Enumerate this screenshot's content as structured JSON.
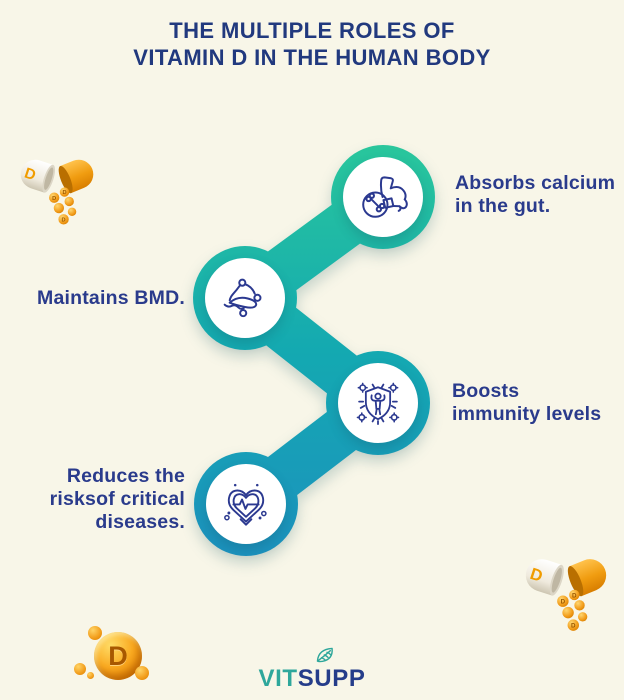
{
  "title": {
    "line1": "THE MULTIPLE ROLES OF",
    "line2": "VITAMIN D IN THE HUMAN BODY"
  },
  "nodes": [
    {
      "name": "absorbs-calcium",
      "icon": "bicep-bone-magnifier-icon",
      "lines": [
        "Absorbs calcium",
        "in the gut."
      ]
    },
    {
      "name": "maintains-bmd",
      "icon": "stomach-icon",
      "lines": [
        "Maintains BMD."
      ]
    },
    {
      "name": "boosts-immunity",
      "icon": "shield-person-germs-icon",
      "lines": [
        "Boosts",
        "immunity levels"
      ]
    },
    {
      "name": "reduces-risks",
      "icon": "heart-ecg-icon",
      "lines": [
        "Reduces the",
        "risksof critical",
        "diseases."
      ]
    }
  ],
  "logo": {
    "vit": "VIT",
    "supp": "SUPP",
    "icon": "leaf-icon"
  },
  "decor": {
    "capsule_letter": "D",
    "coin_letter": "D",
    "capsule_icon": "vitamin-d-capsule-illustration",
    "coin_icon": "vitamin-d-coin-illustration"
  },
  "colors": {
    "background": "#F8F6E8",
    "title_navy": "#21397E",
    "label_navy": "#2A3B8C",
    "icon_navy": "#2B3990",
    "teal_gradient_top": "#29C69C",
    "teal_gradient_mid": "#14A9B1",
    "teal_gradient_bottom": "#1C92BE",
    "logo_vit_teal": "#2EA79B",
    "logo_supp_navy": "#253D8A",
    "capsule_orange": "#F09C10",
    "ball_orange": "#F29D1B"
  }
}
